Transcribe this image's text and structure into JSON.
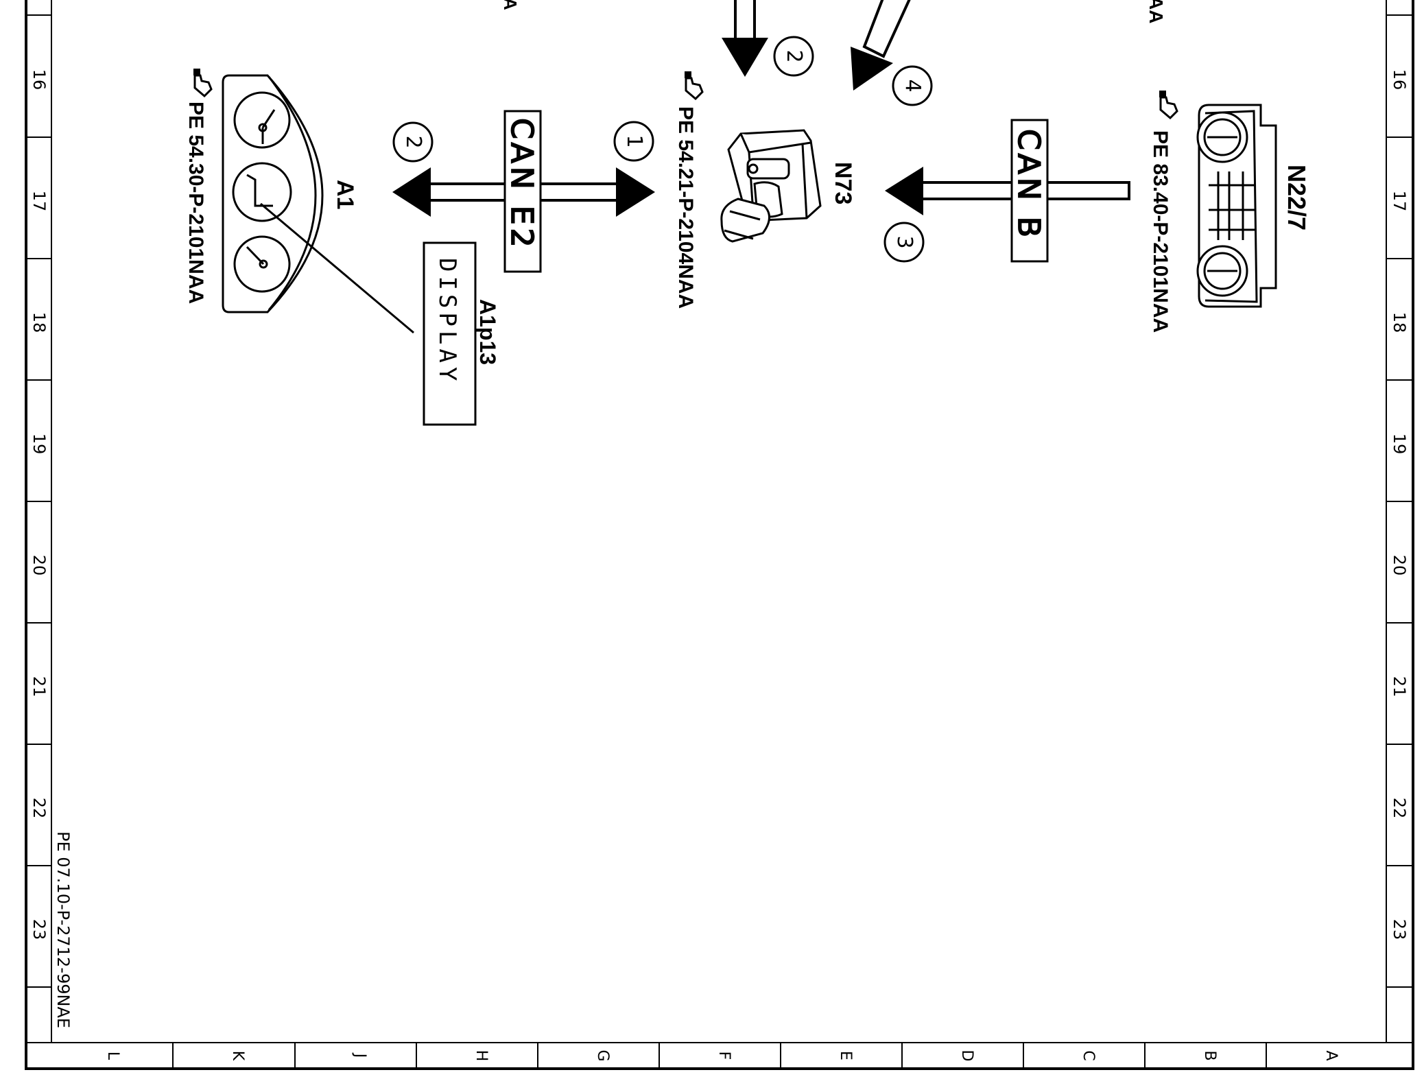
{
  "grid": {
    "rows": [
      "16",
      "17",
      "18",
      "19",
      "20",
      "21",
      "22",
      "23"
    ],
    "columns": [
      "L",
      "K",
      "J",
      "H",
      "G",
      "F",
      "E",
      "D",
      "C",
      "B",
      "A"
    ]
  },
  "document_id": "PE 07.10-P-2712-99NAE",
  "components": {
    "a1": {
      "code": "A1",
      "ref": "PE 54.30-P-2101NAA"
    },
    "a1p13": {
      "code": "A1p13",
      "display": "DISPLAY"
    },
    "n73": {
      "code": "N73",
      "ref": "PE 54.21-P-2104NAA"
    },
    "n22_7": {
      "code": "N22/7",
      "ref": "PE 83.40-P-2101NAA"
    }
  },
  "buses": {
    "can_e2": "CAN E2",
    "can_b": "CAN B"
  },
  "markers": {
    "m1": "1",
    "m2_left": "2",
    "m2_top": "2",
    "m3": "3",
    "m4": "4"
  },
  "cutoff": {
    "left": "A",
    "right": "AA"
  }
}
